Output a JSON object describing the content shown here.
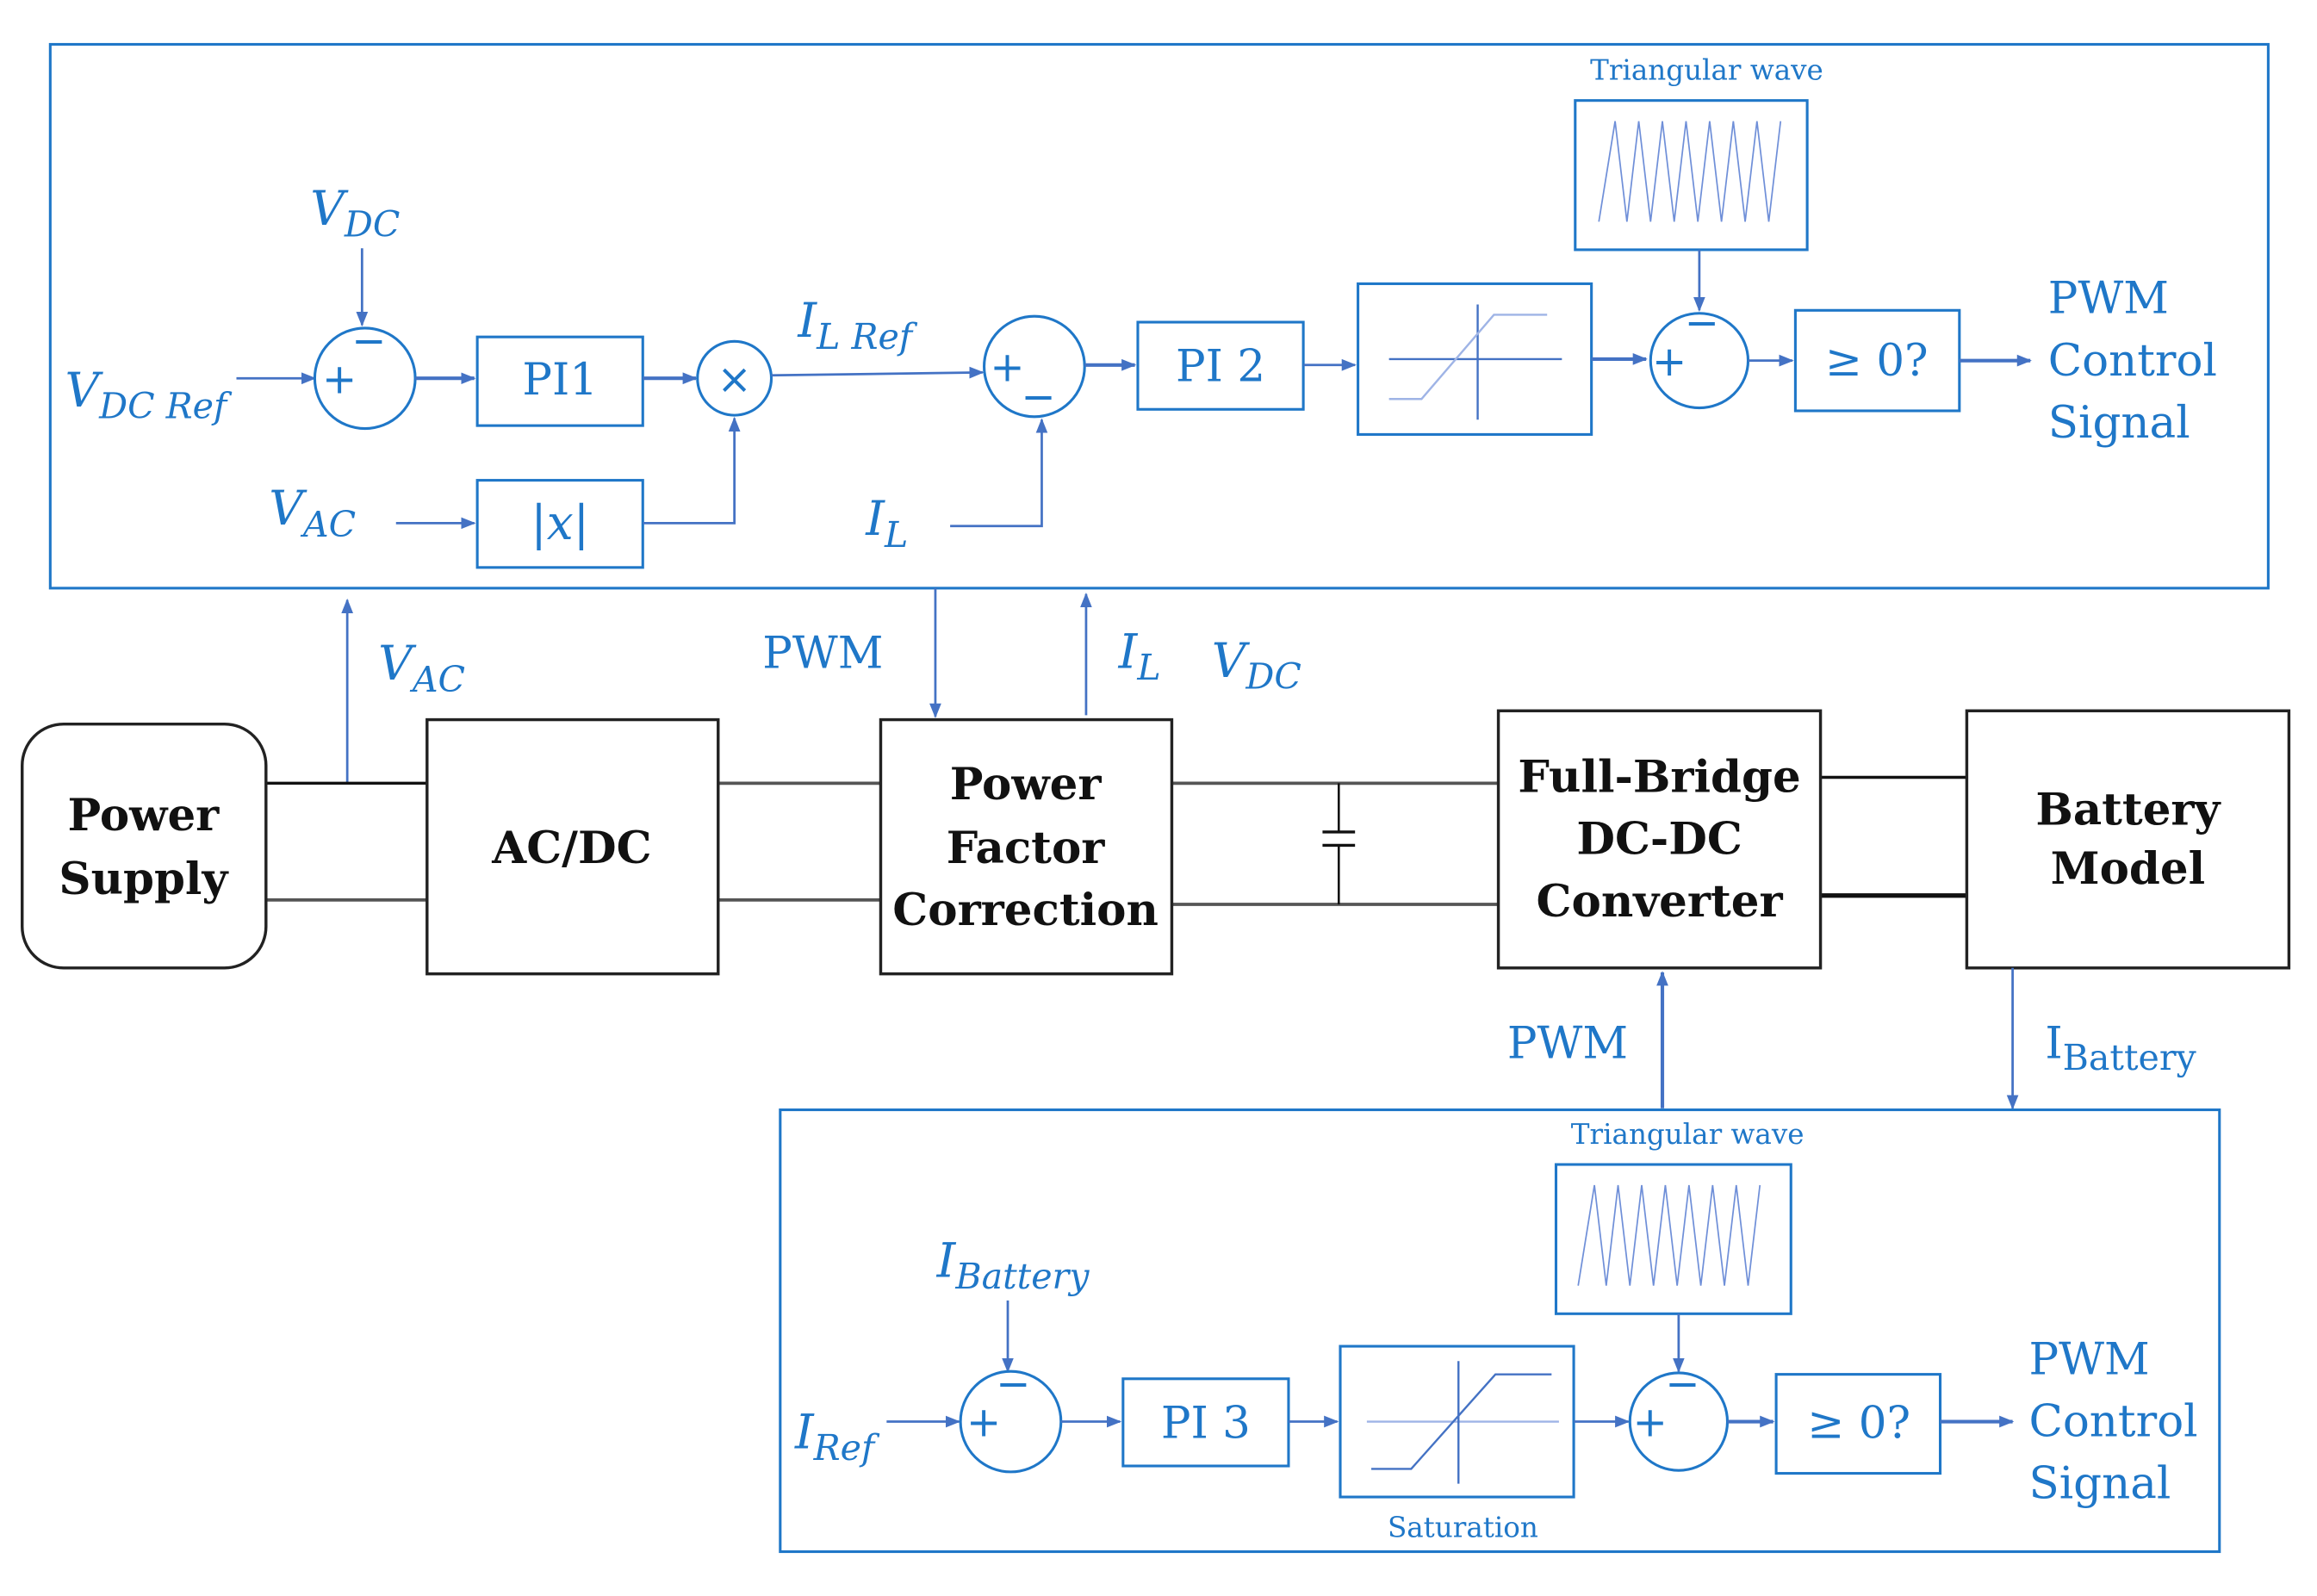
{
  "colors": {
    "control_blue": "#1f77c8",
    "signal_blue": "#4472c4",
    "block_black": "#222222"
  },
  "power_blocks": {
    "power_supply": [
      "Power",
      "Supply"
    ],
    "ac_dc": "AC/DC",
    "pfc": [
      "Power",
      "Factor",
      "Correction"
    ],
    "full_bridge": [
      "Full-Bridge",
      "DC-DC",
      "Converter"
    ],
    "battery": [
      "Battery",
      "Model"
    ]
  },
  "signals": {
    "v_ac": {
      "base": "V",
      "sub": "AC"
    },
    "pwm_pfc": "PWM",
    "i_l": {
      "base": "I",
      "sub": "L"
    },
    "v_dc": {
      "base": "V",
      "sub": "DC"
    },
    "pwm_dcdc": "PWM",
    "i_battery": {
      "base": "I",
      "sub": "Battery"
    }
  },
  "top_controller": {
    "v_dc": {
      "base": "V",
      "sub": "DC"
    },
    "v_dc_ref": {
      "base": "V",
      "sub": "DC Ref"
    },
    "v_ac": {
      "base": "V",
      "sub": "AC"
    },
    "i_l_ref": {
      "base": "I",
      "sub": "L Ref"
    },
    "i_l": {
      "base": "I",
      "sub": "L"
    },
    "sum1": {
      "plus": "+",
      "minus": "−"
    },
    "pi1": "PI1",
    "abs": "|x|",
    "multiply": "×",
    "sum2": {
      "plus": "+",
      "minus": "−"
    },
    "pi2": "PI 2",
    "sum3": {
      "plus": "+",
      "minus": "−"
    },
    "triangular_label": "Triangular wave",
    "compare": "≥ 0?",
    "output": [
      "PWM",
      "Control",
      "Signal"
    ]
  },
  "bottom_controller": {
    "i_battery": {
      "base": "I",
      "sub": "Battery"
    },
    "i_ref": {
      "base": "I",
      "sub": "Ref"
    },
    "sum1": {
      "plus": "+",
      "minus": "−"
    },
    "pi3": "PI 3",
    "saturation_label": "Saturation",
    "sum2": {
      "plus": "+",
      "minus": "−"
    },
    "triangular_label": "Triangular wave",
    "compare": "≥ 0?",
    "output": [
      "PWM",
      "Control",
      "Signal"
    ]
  }
}
